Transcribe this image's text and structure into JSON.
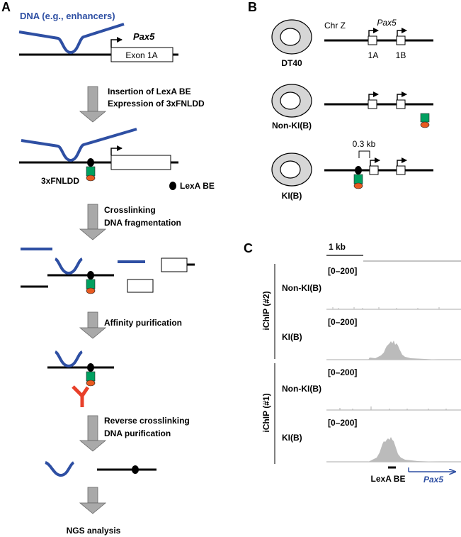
{
  "panel_a": {
    "letter": "A",
    "dna_label": "DNA (e.g., enhancers)",
    "gene": "Pax5",
    "exon_label": "Exon 1A",
    "step1": [
      "Insertion of LexA BE",
      "Expression of 3xFNLDD"
    ],
    "fusion_label": "3xFNLDD",
    "be_legend": "LexA BE",
    "step2": [
      "Crosslinking",
      "DNA fragmentation"
    ],
    "step3": "Affinity purification",
    "step4": [
      "Reverse crosslinking",
      "DNA purification"
    ],
    "final": "NGS analysis"
  },
  "panel_b": {
    "letter": "B",
    "chr_label": "Chr Z",
    "gene": "Pax5",
    "exon1": "1A",
    "exon2": "1B",
    "cells": [
      "DT40",
      "Non-KI(B)",
      "KI(B)"
    ],
    "distance": "0.3 kb"
  },
  "panel_c": {
    "letter": "C",
    "scale": "1 kb",
    "groups": [
      "iChIP (#2)",
      "iChIP (#1)"
    ],
    "track_labels": [
      "Non-KI(B)",
      "KI(B)",
      "Non-KI(B)",
      "KI(B)"
    ],
    "range": "[0–200]",
    "be_label": "LexA BE",
    "gene": "Pax5"
  },
  "colors": {
    "dna": "#2e4fa3",
    "green": "#00a060",
    "orange": "#e85a20",
    "antibody": "#e8402a",
    "arrow": "#888888",
    "track": "#bbbbbb",
    "cell": "#d6d6d6",
    "gene_arrow": "#2e4fa3"
  }
}
